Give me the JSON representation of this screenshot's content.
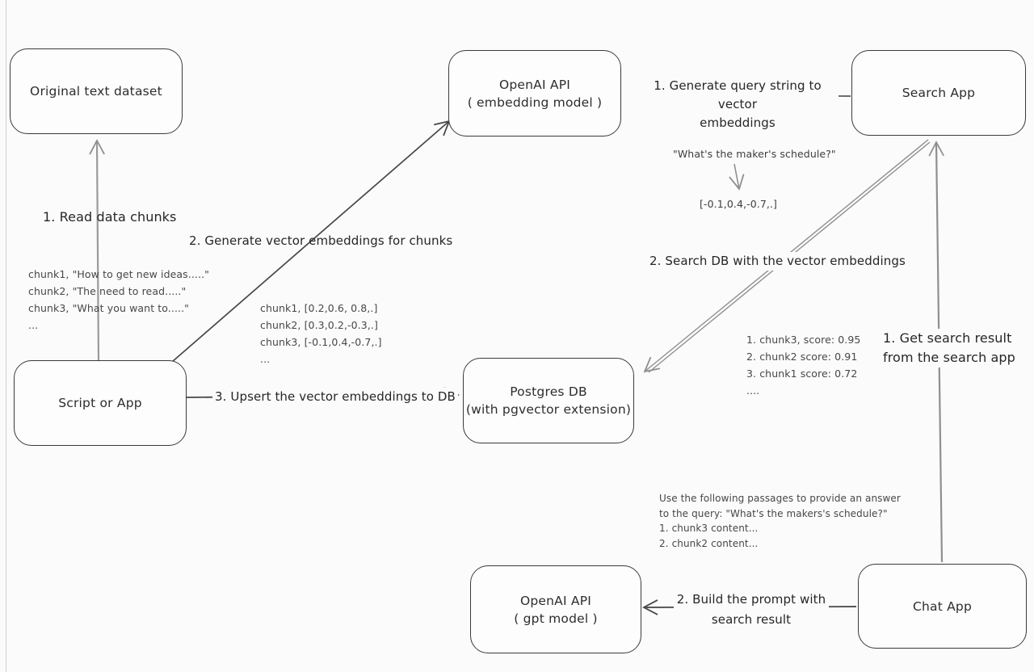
{
  "title": "Vector search / RAG architecture diagram",
  "colors": {
    "background": "#fbfbfb",
    "box_border": "#3a3a3a",
    "stroke_dark": "#474747",
    "stroke_gray": "#9a9a9a",
    "text_primary": "#262626",
    "text_note": "#474747"
  },
  "nodes": {
    "original_dataset": {
      "title": "Original text dataset"
    },
    "openai_embedding": {
      "title": "OpenAI API",
      "subtitle": "( embedding model )"
    },
    "search_app": {
      "title": "Search App"
    },
    "script_or_app": {
      "title": "Script or App"
    },
    "postgres_db": {
      "title": "Postgres DB",
      "subtitle": "(with pgvector extension)"
    },
    "openai_gpt": {
      "title": "OpenAI API",
      "subtitle": "( gpt model )"
    },
    "chat_app": {
      "title": "Chat App"
    }
  },
  "edges": {
    "read_chunks": {
      "label": "1. Read data chunks",
      "from": "script_or_app",
      "to": "original_dataset"
    },
    "generate_embeddings": {
      "label": "2. Generate vector embeddings for chunks",
      "from": "script_or_app",
      "to": "openai_embedding"
    },
    "upsert_embeddings": {
      "label": "3. Upsert the vector embeddings  to DB",
      "from": "script_or_app",
      "to": "postgres_db"
    },
    "query_to_vector": {
      "label": "1. Generate query string to vector\nembeddings",
      "from": "search_app",
      "to": "openai_embedding"
    },
    "search_db": {
      "label": "2. Search DB with the vector embeddings",
      "from": "search_app",
      "to": "postgres_db"
    },
    "get_search_result": {
      "label": "1. Get search result\nfrom the search app",
      "from": "chat_app",
      "to": "search_app"
    },
    "build_prompt": {
      "label": "2. Build the prompt with\nsearch result",
      "from": "chat_app",
      "to": "openai_gpt"
    }
  },
  "annotations": {
    "chunk_texts": "chunk1, \"How to get new ideas.....\"\nchunk2, \"The need to read.....\"\nchunk3, \"What you want to.....\"\n...",
    "chunk_vectors": "chunk1, [0.2,0.6, 0.8,.]\nchunk2, [0.3,0.2,-0.3,.]\nchunk3, [-0.1,0.4,-0.7,.]\n...",
    "query_example": "\"What's the maker's schedule?\"",
    "query_vector": "[-0.1,0.4,-0.7,.]",
    "search_scores": "1. chunk3, score: 0.95\n2. chunk2 score: 0.91\n3. chunk1 score: 0.72\n....",
    "prompt_example": "Use the following passages to provide an answer\nto the query: \"What's the makers's schedule?\"\n1. chunk3 content...\n2. chunk2 content..."
  }
}
